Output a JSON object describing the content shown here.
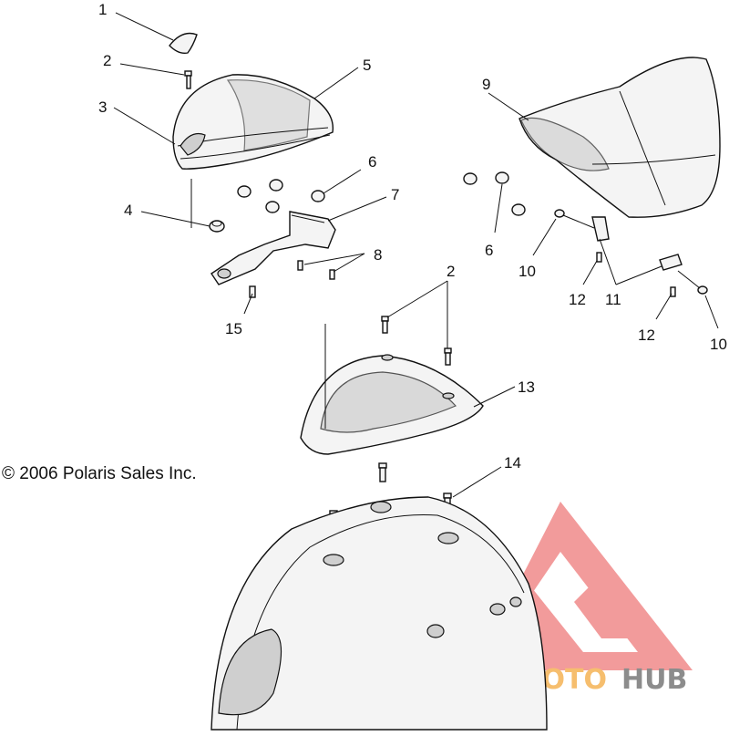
{
  "copyright": "© 2006 Polaris Sales Inc.",
  "watermark": {
    "part1": "AUTOMOTO",
    "part2": "HUB",
    "color_red": "#f08a8a",
    "color_yellow": "#f6be6e",
    "color_gray": "#8c8c8c"
  },
  "callouts": {
    "c1": "1",
    "c2a": "2",
    "c2b": "2",
    "c3": "3",
    "c4": "4",
    "c5": "5",
    "c6a": "6",
    "c6b": "6",
    "c7": "7",
    "c8": "8",
    "c9": "9",
    "c10a": "10",
    "c10b": "10",
    "c11": "11",
    "c12a": "12",
    "c12b": "12",
    "c13": "13",
    "c14": "14",
    "c15": "15"
  }
}
